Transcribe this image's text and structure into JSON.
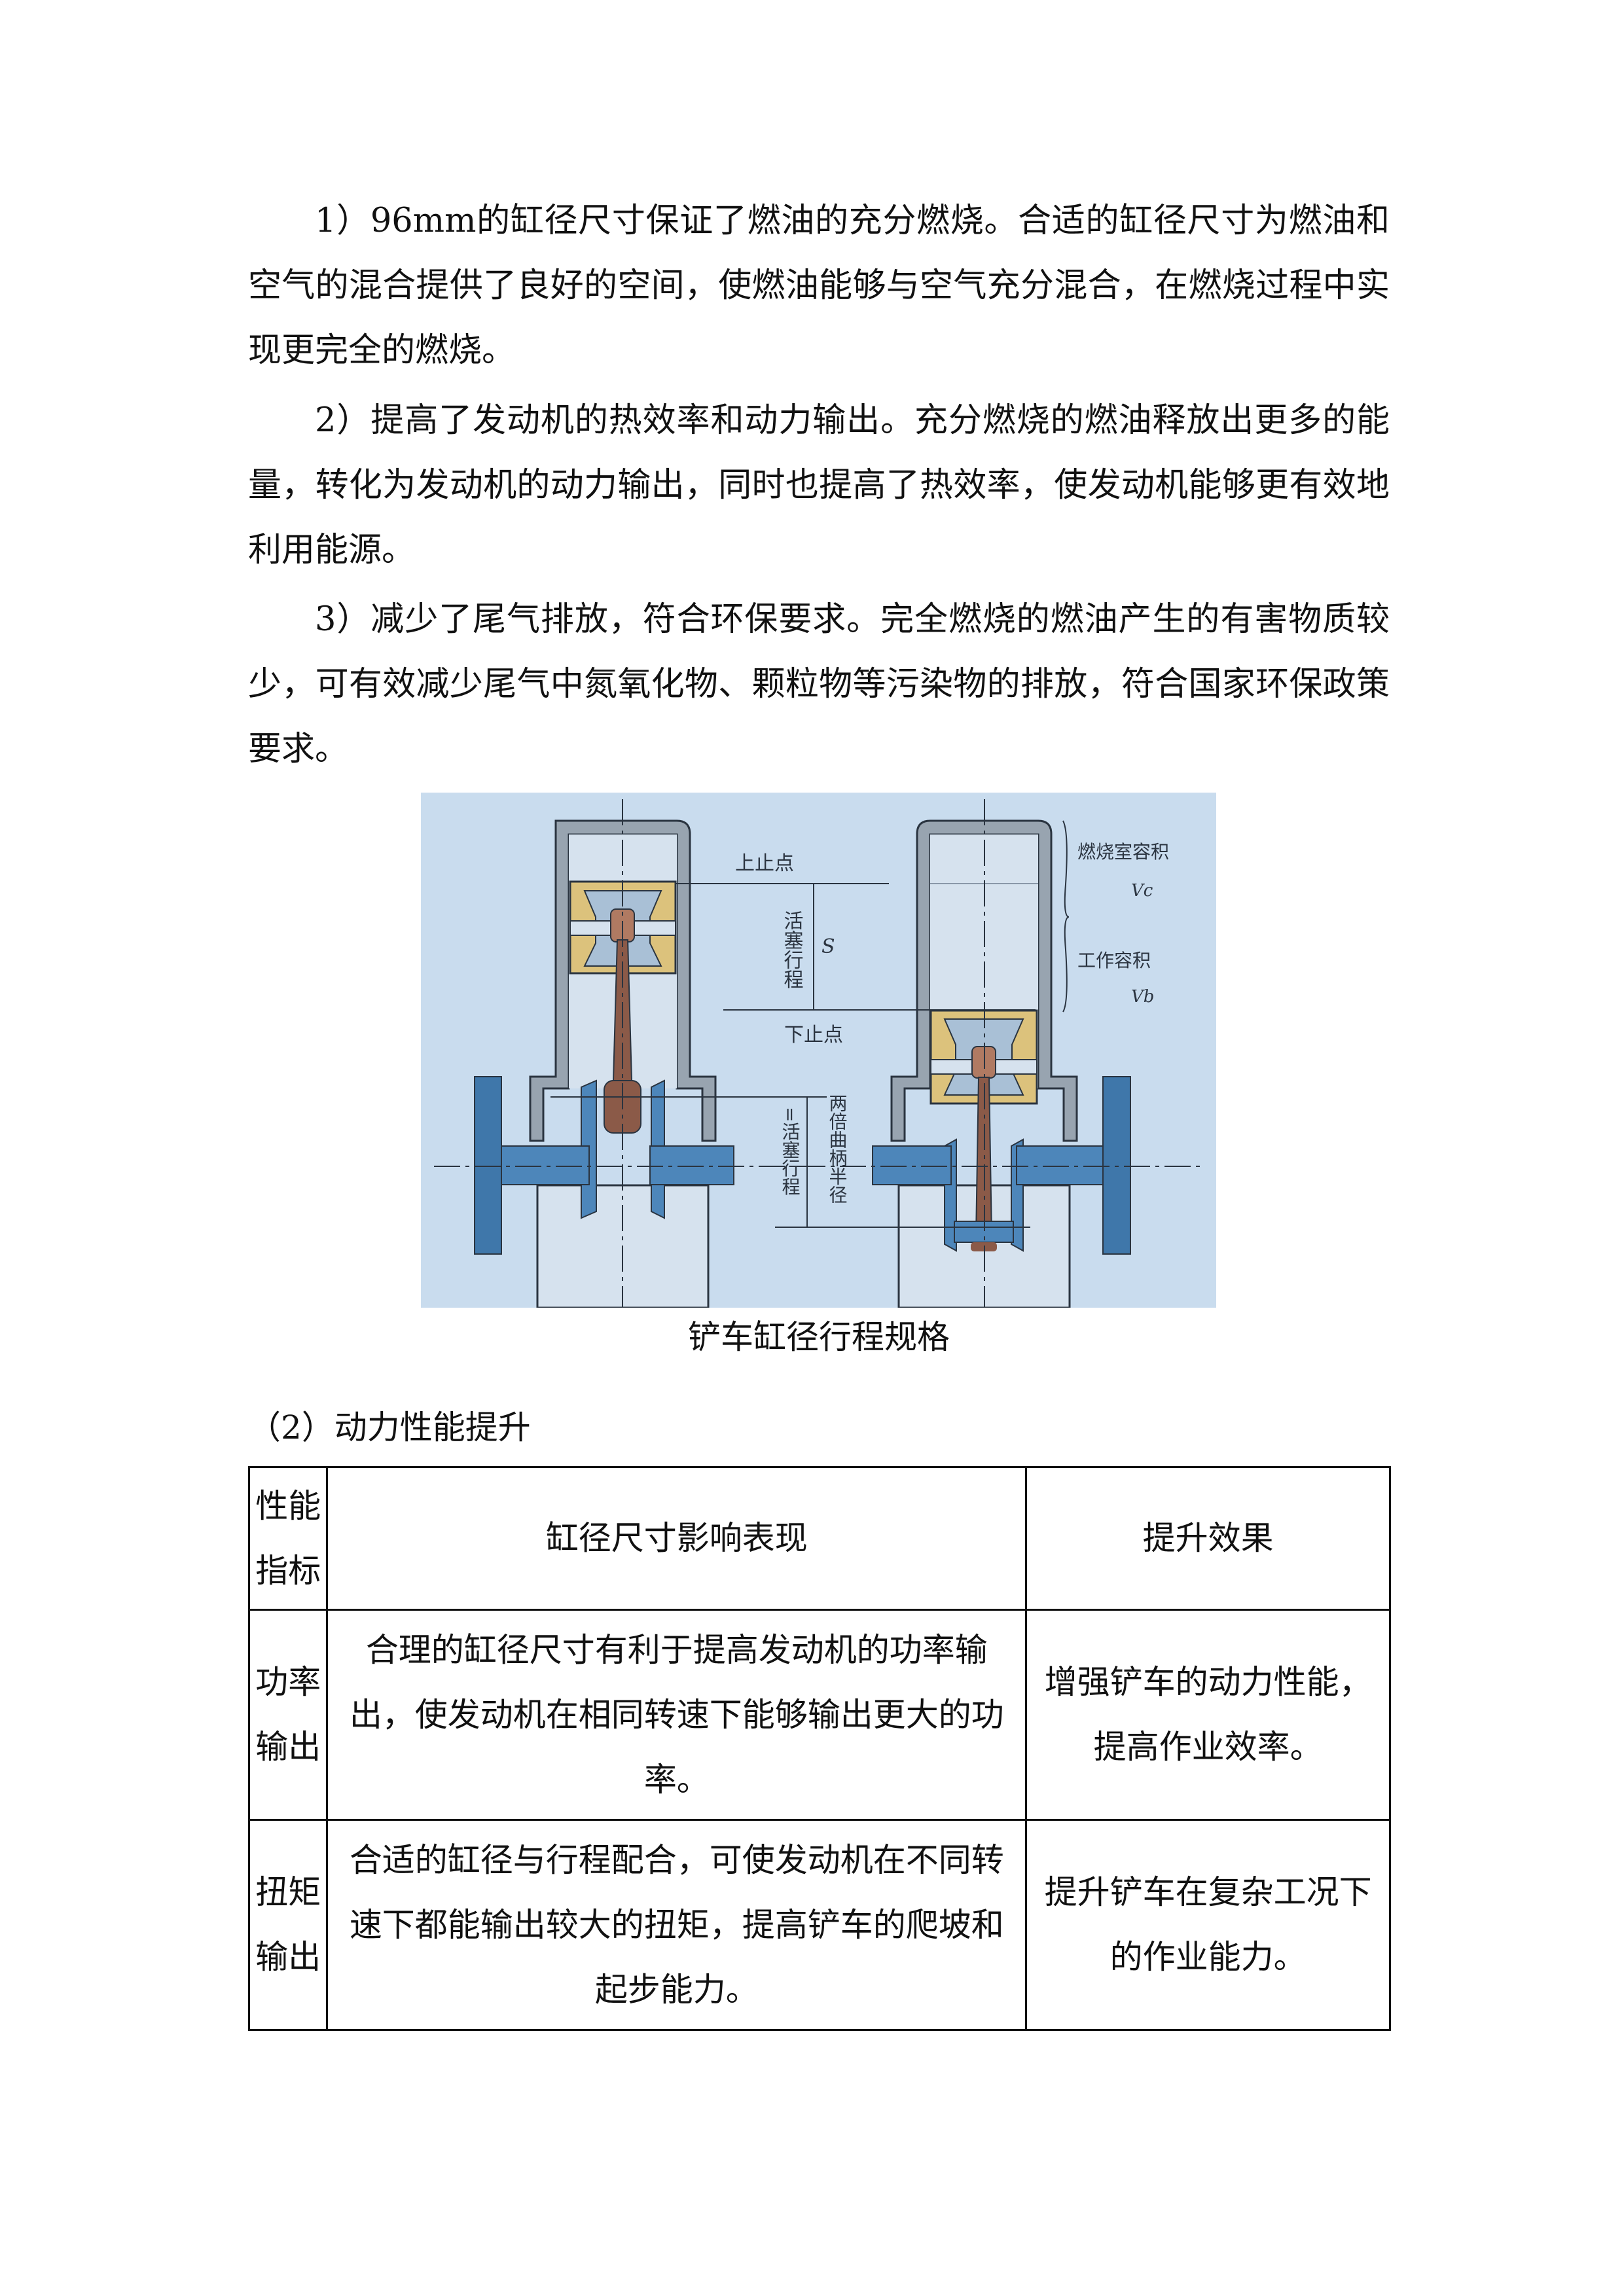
{
  "paragraphs": [
    "1）96mm的缸径尺寸保证了燃油的充分燃烧。合适的缸径尺寸为燃油和空气的混合提供了良好的空间，使燃油能够与空气充分混合，在燃烧过程中实现更完全的燃烧。",
    "2）提高了发动机的热效率和动力输出。充分燃烧的燃油释放出更多的能量，转化为发动机的动力输出，同时也提高了热效率，使发动机能够更有效地利用能源。",
    "3）减少了尾气排放，符合环保要求。完全燃烧的燃油产生的有害物质较少，可有效减少尾气中氮氧化物、颗粒物等污染物的排放，符合国家环保政策要求。"
  ],
  "figure": {
    "caption": "铲车缸径行程规格",
    "labels": {
      "tdc": "上止点",
      "bdc": "下止点",
      "stroke": "活塞行程",
      "s": "S",
      "combustion_volume": "燃烧室容积",
      "vc": "Vc",
      "working_volume": "工作容积",
      "vb": "Vb",
      "double_crank": "两倍曲柄半径",
      "equals_stroke": "=活塞行程"
    },
    "colors": {
      "background": "#c9dcee",
      "cylinder": "#98a4b0",
      "interior": "#d6e2ee",
      "piston": "#dcc27c",
      "crank": "#4d86ba",
      "rod": "#8b5a48"
    }
  },
  "section_title": "（2）动力性能提升",
  "table": {
    "headers": [
      "性能指标",
      "缸径尺寸影响表现",
      "提升效果"
    ],
    "rows": [
      [
        "功率输出",
        "合理的缸径尺寸有利于提高发动机的功率输出，使发动机在相同转速下能够输出更大的功率。",
        "增强铲车的动力性能，提高作业效率。"
      ],
      [
        "扭矩输出",
        "合适的缸径与行程配合，可使发动机在不同转速下都能输出较大的扭矩，提高铲车的爬坡和起步能力。",
        "提升铲车在复杂工况下的作业能力。"
      ]
    ]
  }
}
